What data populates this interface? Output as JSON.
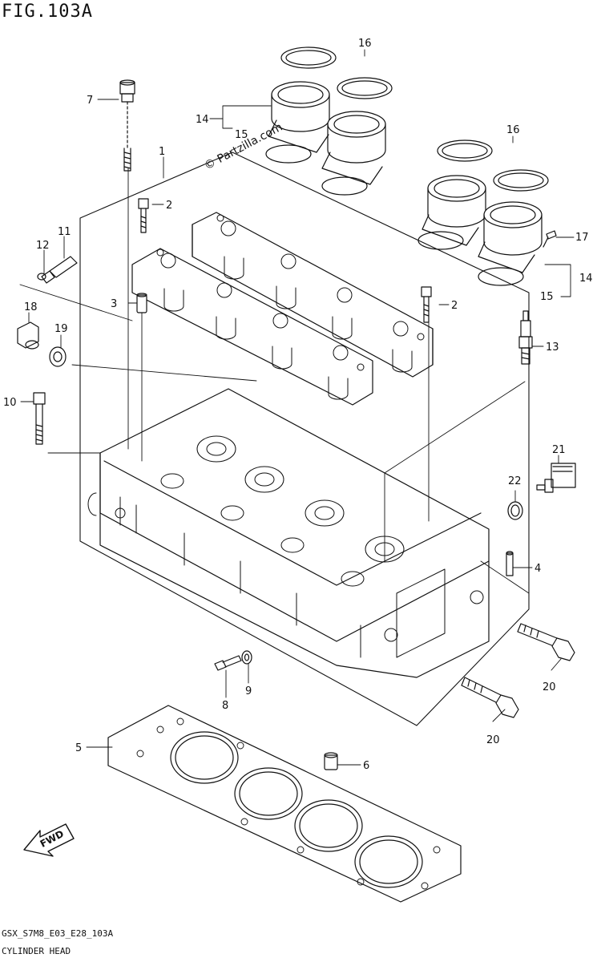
{
  "figure": {
    "title": "FIG.103A",
    "watermark": "© Partzilla.com",
    "code": "GSX_S7M8_E03_E28_103A",
    "name": "CYLINDER HEAD",
    "fwd_label": "FWD"
  },
  "callouts": [
    "1",
    "2",
    "2",
    "3",
    "4",
    "5",
    "6",
    "7",
    "8",
    "9",
    "10",
    "11",
    "12",
    "13",
    "14",
    "14",
    "15",
    "15",
    "16",
    "16",
    "17",
    "18",
    "19",
    "20",
    "20",
    "21",
    "22"
  ],
  "colors": {
    "line": "#111111",
    "background": "#ffffff"
  }
}
